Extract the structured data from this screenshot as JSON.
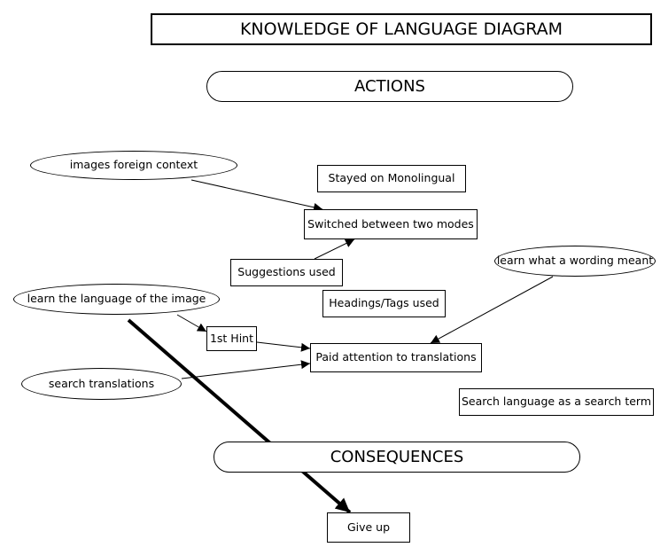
{
  "title": "KNOWLEDGE OF LANGUAGE DIAGRAM",
  "sections": {
    "actions": "ACTIONS",
    "consequences": "CONSEQUENCES"
  },
  "nodes": {
    "images_foreign_context": "images foreign context",
    "stayed_monolingual": "Stayed on Monolingual",
    "switched_modes": "Switched between two modes",
    "suggestions_used": "Suggestions used",
    "learn_wording": "learn what a wording meant",
    "learn_language_image": "learn the language of the image",
    "headings_tags": "Headings/Tags used",
    "first_hint": "1st Hint",
    "paid_attention": "Paid attention to translations",
    "search_translations": "search translations",
    "search_language_term": "Search language as a search term",
    "give_up": "Give up"
  },
  "edges": [
    {
      "from": "images_foreign_context",
      "to": "switched_modes",
      "weight": "thin"
    },
    {
      "from": "suggestions_used",
      "to": "switched_modes",
      "weight": "thin"
    },
    {
      "from": "learn_wording",
      "to": "paid_attention",
      "weight": "thin"
    },
    {
      "from": "learn_language_image",
      "to": "first_hint",
      "weight": "thin"
    },
    {
      "from": "first_hint",
      "to": "paid_attention",
      "weight": "thin"
    },
    {
      "from": "search_translations",
      "to": "paid_attention",
      "weight": "thin"
    },
    {
      "from": "learn_language_image",
      "to": "give_up",
      "weight": "thick"
    }
  ]
}
